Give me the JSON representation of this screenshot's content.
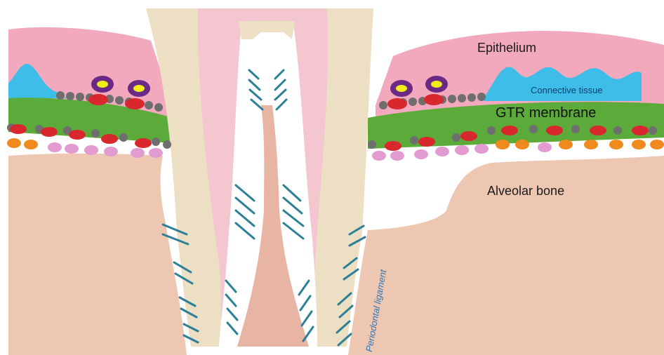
{
  "labels": {
    "epithelium": "Epithelium",
    "connective_tissue": "Connective tissue",
    "gtr_membrane": "GTR membrane",
    "alveolar_bone": "Alveolar bone",
    "periodontal_ligament": "Periodontal ligament"
  },
  "colors": {
    "gingiva": "#f2a9bd",
    "connective_tissue": "#3dbde8",
    "membrane": "#5cab3a",
    "bone": "#eec7b3",
    "tooth_outer": "#eddfc4",
    "tooth_inner": "#f4c6cf",
    "pulp": "#e8b5a4",
    "ligament_fiber": "#2b7f97",
    "cell_red": "#d8282e",
    "cell_purple": "#6a2a86",
    "cell_yellow": "#f2ec1a",
    "cell_grey": "#6e6e6e",
    "cell_orange": "#f08a1e",
    "cell_pink": "#e29bd0"
  }
}
